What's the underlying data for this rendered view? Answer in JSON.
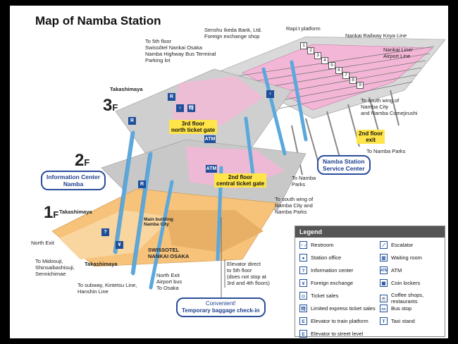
{
  "title": "Map of Namba Station",
  "floors": {
    "f3": "3",
    "f2": "2",
    "f1": "1",
    "suffix": "F"
  },
  "labels": {
    "to_5th_floor": "To 5th floor\nSwissôtel Nankai Osaka\nNamba Highway Bus Terminal\nParking lot",
    "senshu_bank": "Senshu Ikeda Bank, Ltd.\nForeign exchange shop",
    "rapit_platform": "Rapi:t platform",
    "koya_line": "Nankai Railway Koya Line",
    "airport_line": "Nankai Line/\nAirport Line",
    "takashimaya_3f": "Takashimaya",
    "takashimaya_1f": "Takashimaya",
    "takashimaya_1f_bottom": "Takashimaya",
    "to_south_wing_2f": "To south wing of\nNamba City\nand Namba Comejirushi",
    "to_namba_parks_2f": "To Namba Parks",
    "to_namba_parks_mid": "To Namba\nParks",
    "to_south_wing_1f": "To south wing of\nNamba City and\nNamba Parks",
    "north_exit": "North Exit",
    "to_midosuji": "To Midosuji,\nShinsaibashisuji,\nSennichimae",
    "to_subway": "To subway, Kintetsu Line,\nHanshin Line",
    "north_exit_airport": "North Exit\nAirport bus\nTo Osaka",
    "elevator_direct": "Elevator direct\nto 5th floor\n(does not stop at\n3rd and 4th floors)",
    "main_building": "Main building\nNamba City",
    "swissotel": "SWISSOTEL\nNANKAI OSAKA"
  },
  "yellow_boxes": {
    "north_gate": "3rd floor\nnorth ticket gate",
    "central_gate": "2nd floor\ncentral ticket gate",
    "exit_2f": "2nd floor\nexit"
  },
  "bubbles": {
    "info_center": "Information Center\nNamba",
    "service_center": "Namba Station\nService Center"
  },
  "callout": {
    "line1": "Convenient!",
    "line2": "Temporary baggage check-in"
  },
  "platform_numbers": [
    "1",
    "2",
    "3",
    "4",
    "5",
    "6",
    "7",
    "8",
    "9"
  ],
  "legend": {
    "title": "Legend",
    "items": [
      {
        "icon": "restroom-icon",
        "glyph": "♀♂",
        "label": "Restroom"
      },
      {
        "icon": "escalator-icon",
        "glyph": "⟋",
        "label": "Escalator"
      },
      {
        "icon": "station-office-icon",
        "glyph": "●",
        "label": "Station office"
      },
      {
        "icon": "waiting-room-icon",
        "glyph": "▥",
        "label": "Waiting room"
      },
      {
        "icon": "information-icon",
        "glyph": "?",
        "label": "Information center"
      },
      {
        "icon": "atm-icon",
        "glyph": "ATM",
        "label": "ATM"
      },
      {
        "icon": "foreign-exchange-icon",
        "glyph": "¥",
        "label": "Foreign exchange"
      },
      {
        "icon": "coin-locker-icon",
        "glyph": "▦",
        "label": "Coin lockers"
      },
      {
        "icon": "ticket-sales-icon",
        "glyph": "◘",
        "label": "Ticket sales"
      },
      {
        "icon": "coffee-icon",
        "glyph": "☕",
        "label": "Coffee shops,\nrestaurants"
      },
      {
        "icon": "limited-express-icon",
        "glyph": "特",
        "label": "Limited express ticket sales"
      },
      {
        "icon": "bus-stop-icon",
        "glyph": "▭",
        "label": "Bus stop"
      },
      {
        "icon": "elevator-platform-icon",
        "glyph": "E",
        "label": "Elevator to train platform"
      },
      {
        "icon": "taxi-icon",
        "glyph": "T",
        "label": "Taxi stand"
      },
      {
        "icon": "elevator-street-icon",
        "glyph": "E",
        "label": "Elevator to street level"
      }
    ]
  },
  "colors": {
    "platform_pink": "#f4b6d6",
    "track_gray": "#b9b9b9",
    "floor_gray": "#c8c8c8",
    "floor1_orange": "#f7c27a",
    "escalator_blue": "#5aa8dc",
    "accent_blue": "#2a4d9b",
    "highlight_yellow": "#ffe54a"
  }
}
